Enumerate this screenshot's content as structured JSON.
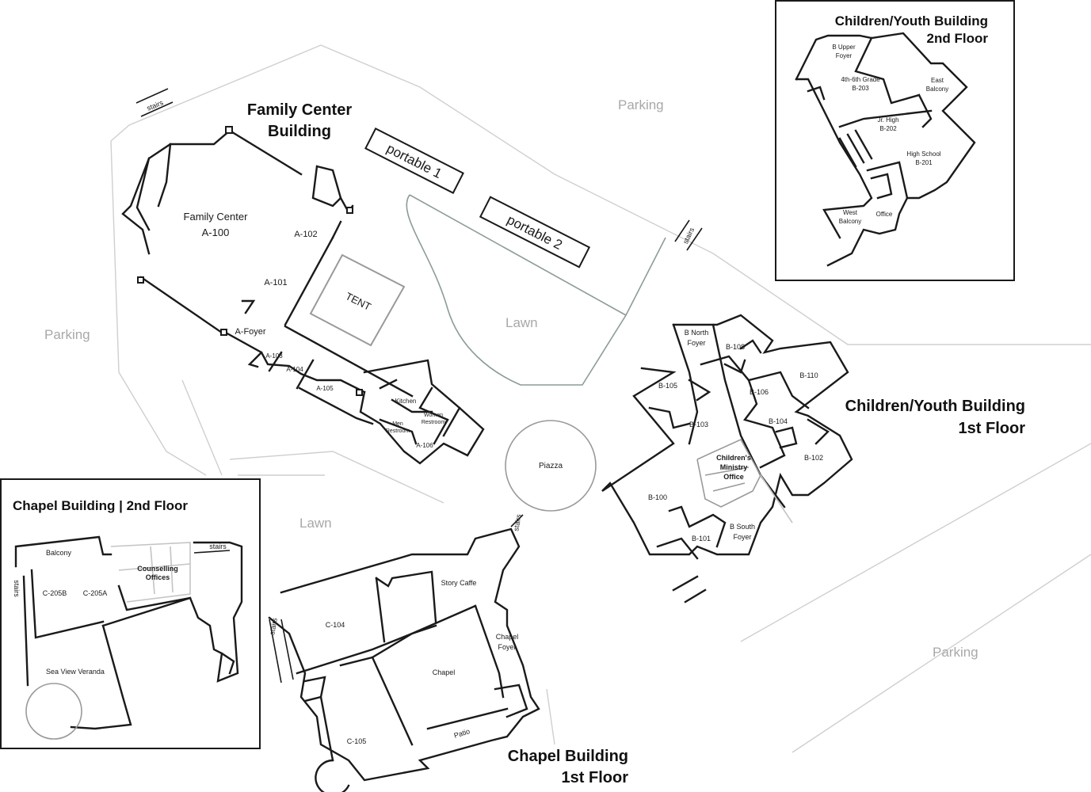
{
  "colors": {
    "walls": "#1a1a1a",
    "paths": "#cfcfcf",
    "lawn_outline": "#8c9c98",
    "area_text": "#a8a8a8"
  },
  "areas": {
    "parking_top": "Parking",
    "parking_left": "Parking",
    "parking_right": "Parking",
    "lawn_center": "Lawn",
    "lawn_left": "Lawn"
  },
  "family_center": {
    "title_line1": "Family Center",
    "title_line2": "Building",
    "rooms": {
      "a100_name": "Family Center",
      "a100_num": "A-100",
      "a101": "A-101",
      "a102": "A-102",
      "foyer": "A-Foyer",
      "a103": "A-103",
      "a104": "A-104",
      "a105": "A-105",
      "kitchen": "Kitchen",
      "women_1": "Women",
      "women_2": "Restroom",
      "men_1": "Men",
      "men_2": "Restroom",
      "a106": "A-106"
    }
  },
  "portables": {
    "p1": "portable 1",
    "p2": "portable 2"
  },
  "tent": "TENT",
  "piazza": "Piazza",
  "stairs": {
    "label": "stairs"
  },
  "cy1": {
    "title_line1": "Children/Youth Building",
    "title_line2": "1st Floor",
    "rooms": {
      "north_foyer_1": "B North",
      "north_foyer_2": "Foyer",
      "b108": "B-108",
      "b105": "B-105",
      "b106": "B-106",
      "b110": "B-110",
      "b103": "B-103",
      "b104": "B-104",
      "ministry_1": "Children's",
      "ministry_2": "Ministry",
      "ministry_3": "Office",
      "b102": "B-102",
      "b100": "B-100",
      "b101": "B-101",
      "south_foyer_1": "B South",
      "south_foyer_2": "Foyer"
    }
  },
  "cy2": {
    "title_line1": "Children/Youth Building",
    "title_line2": "2nd Floor",
    "rooms": {
      "upper_foyer_1": "B Upper",
      "upper_foyer_2": "Foyer",
      "b203_1": "4th-6th Grade",
      "b203_2": "B-203",
      "east_1": "East",
      "east_2": "Balcony",
      "b202_1": "Jr. High",
      "b202_2": "B-202",
      "b201_1": "High School",
      "b201_2": "B-201",
      "west_1": "West",
      "west_2": "Balcony",
      "office": "Office"
    }
  },
  "chapel1": {
    "title_line1": "Chapel Building",
    "title_line2": "1st Floor",
    "rooms": {
      "story": "Story Caffe",
      "c104": "C-104",
      "chapel_foyer_1": "Chapel",
      "chapel_foyer_2": "Foyer",
      "chapel": "Chapel",
      "c105": "C-105",
      "patio": "Patio"
    }
  },
  "chapel2": {
    "title": "Chapel Building | 2nd Floor",
    "rooms": {
      "balcony": "Balcony",
      "counselling_1": "Counselling",
      "counselling_2": "Offices",
      "c205b": "C-205B",
      "c205a": "C-205A",
      "veranda": "Sea View Veranda"
    }
  }
}
